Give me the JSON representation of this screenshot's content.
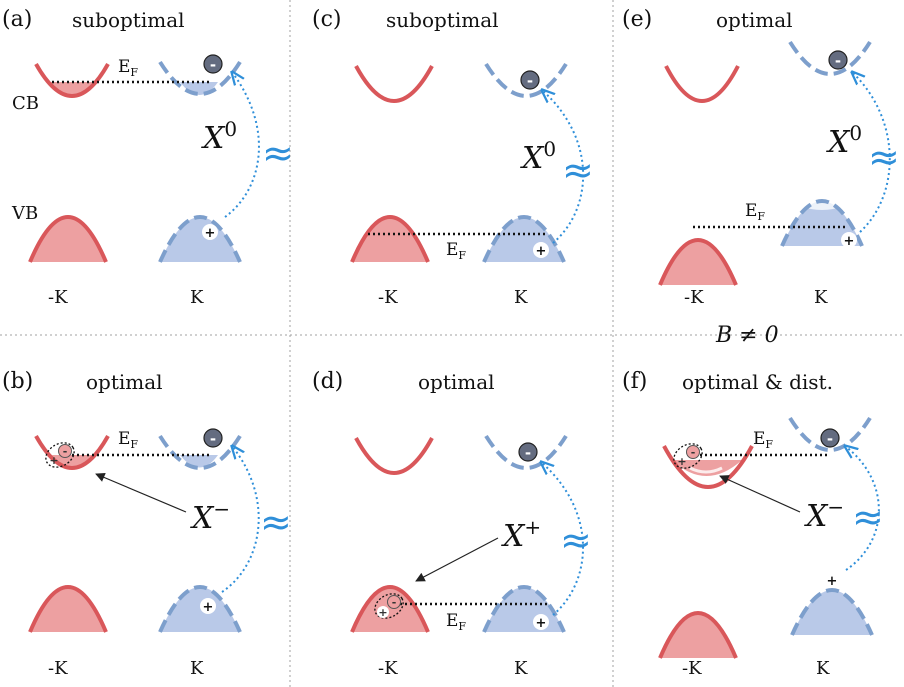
{
  "conditions": {
    "b_field": "B ≠ 0"
  },
  "panels": [
    {
      "id": "a",
      "tag": "(a)",
      "title": "suboptimal",
      "ef": "E",
      "ef_sub": "F",
      "exciton": "X",
      "exciton_sup": "0",
      "cb": "CB",
      "vb": "VB",
      "valley_left": "-K",
      "valley_right": "K"
    },
    {
      "id": "b",
      "tag": "(b)",
      "title": "optimal",
      "ef": "E",
      "ef_sub": "F",
      "exciton": "X",
      "exciton_sup": "−",
      "valley_left": "-K",
      "valley_right": "K"
    },
    {
      "id": "c",
      "tag": "(c)",
      "title": "suboptimal",
      "ef": "E",
      "ef_sub": "F",
      "exciton": "X",
      "exciton_sup": "0",
      "valley_left": "-K",
      "valley_right": "K"
    },
    {
      "id": "d",
      "tag": "(d)",
      "title": "optimal",
      "ef": "E",
      "ef_sub": "F",
      "exciton": "X",
      "exciton_sup": "+",
      "valley_left": "-K",
      "valley_right": "K"
    },
    {
      "id": "e",
      "tag": "(e)",
      "title": "optimal",
      "ef": "E",
      "ef_sub": "F",
      "exciton": "X",
      "exciton_sup": "0",
      "valley_left": "-K",
      "valley_right": "K"
    },
    {
      "id": "f",
      "tag": "(f)",
      "title": "optimal & dist.",
      "ef": "E",
      "ef_sub": "F",
      "exciton": "X",
      "exciton_sup": "−",
      "valley_left": "-K",
      "valley_right": "K"
    }
  ],
  "symbols": {
    "electron": "-",
    "hole": "+",
    "photon": "≈"
  },
  "colors": {
    "minus_k_band": "#d9575a",
    "minus_k_fill": "#eda0a1",
    "k_band": "#7d9fcc",
    "k_fill": "#b9c9e8",
    "electron": "#646c80",
    "photon": "#2f8fd9"
  }
}
